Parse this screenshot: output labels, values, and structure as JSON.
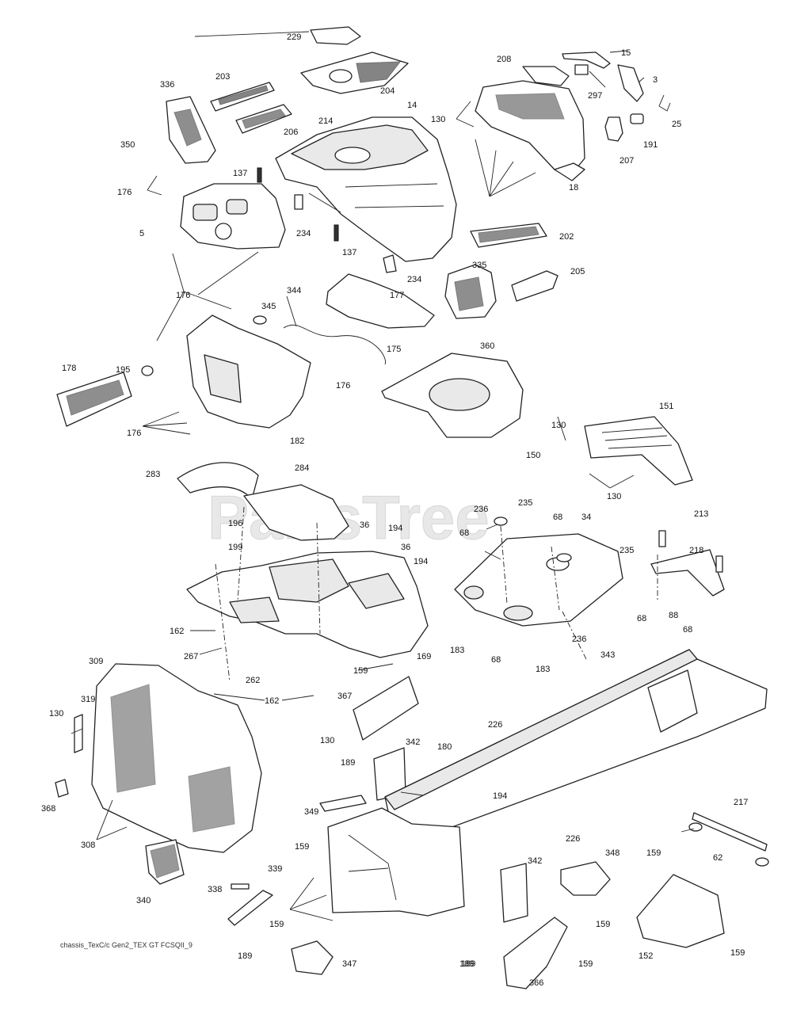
{
  "watermark": "PartsTree",
  "footer_ref": "chassis_TexC/c Gen2_TEX GT FCSQII_9",
  "callouts": [
    "229",
    "15",
    "208",
    "3",
    "297",
    "336",
    "203",
    "204",
    "14",
    "130",
    "25",
    "214",
    "206",
    "191",
    "207",
    "350",
    "137",
    "176",
    "18",
    "5",
    "234",
    "202",
    "137",
    "234",
    "335",
    "205",
    "177",
    "344",
    "345",
    "176",
    "175",
    "360",
    "178",
    "195",
    "176",
    "176",
    "182",
    "150",
    "130",
    "151",
    "130",
    "283",
    "284",
    "236",
    "235",
    "213",
    "196",
    "36",
    "194",
    "68",
    "68",
    "34",
    "218",
    "199",
    "36",
    "194",
    "235",
    "68",
    "88",
    "68",
    "162",
    "183",
    "236",
    "343",
    "267",
    "262",
    "68",
    "183",
    "169",
    "309",
    "162",
    "159",
    "319",
    "367",
    "130",
    "226",
    "130",
    "342",
    "180",
    "189",
    "368",
    "349",
    "194",
    "308",
    "226",
    "217",
    "159",
    "348",
    "62",
    "159",
    "338",
    "339",
    "342",
    "340",
    "159",
    "159",
    "189",
    "152",
    "159",
    "189",
    "347",
    "189",
    "159",
    "366"
  ]
}
